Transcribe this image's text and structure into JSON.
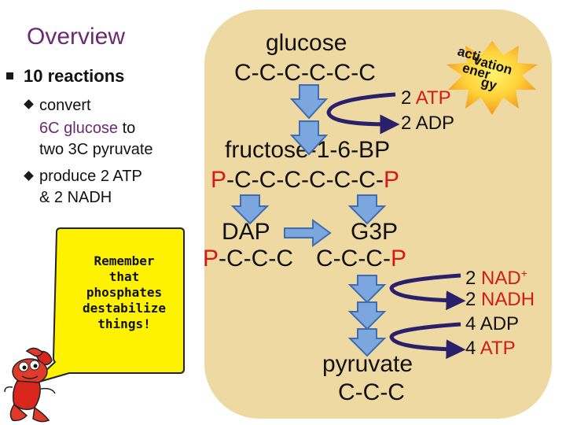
{
  "title": "Overview",
  "sub_heading": "10 reactions",
  "bullets": {
    "convert_l1": "convert",
    "convert_glucose": "6C glucose",
    "convert_to": " to",
    "convert_l3": "two 3C pyruvate",
    "produce_l1": "produce 2 ATP",
    "produce_l2": "& 2 NADH"
  },
  "bubble": {
    "lines": [
      "Remember",
      "that",
      "phosphates",
      "destabilize",
      "things!"
    ]
  },
  "pathway": {
    "glucose": "glucose",
    "glucose_chain": "C-C-C-C-C-C",
    "atp_in_num": "2 ",
    "atp_in_label": "ATP",
    "adp_out": "2 ADP",
    "fbp": "fructose-1-6-BP",
    "fbp_chain": {
      "p1": "P",
      "mid": "-C-C-C-C-C-C-",
      "p2": "P"
    },
    "dap": "DAP",
    "dap_chain": {
      "p": "P",
      "rest": "-C-C-C"
    },
    "g3p": "G3P",
    "g3p_chain": {
      "rest": "C-C-C-",
      "p": "P"
    },
    "pyruvate": "pyruvate",
    "pyruvate_chain": "C-C-C"
  },
  "activation_energy": {
    "line1": "acti",
    "line2": "vation",
    "line3": "ener",
    "line4": "gy"
  },
  "yields": {
    "nad_num": "2 ",
    "nad_label": "NAD",
    "nad_sup": "+",
    "nadh_num": "2 ",
    "nadh_label": "NADH",
    "adp": "4 ADP",
    "atp_num": "4 ",
    "atp_label": "ATP"
  },
  "colors": {
    "panel": "#eed9a2",
    "arrow_fill": "#7ba7de",
    "arrow_stroke": "#3f6db5",
    "title_purple": "#6b2a73",
    "accent_red": "#d11a1a",
    "burst_orange": "#f39a1e",
    "burst_yellow": "#fff36a",
    "bubble_yellow": "#fff200"
  },
  "icons": [
    "down-arrow-icon",
    "right-arrow-icon",
    "curved-arrow-icon",
    "starburst-icon",
    "lobster-mascot-icon"
  ]
}
